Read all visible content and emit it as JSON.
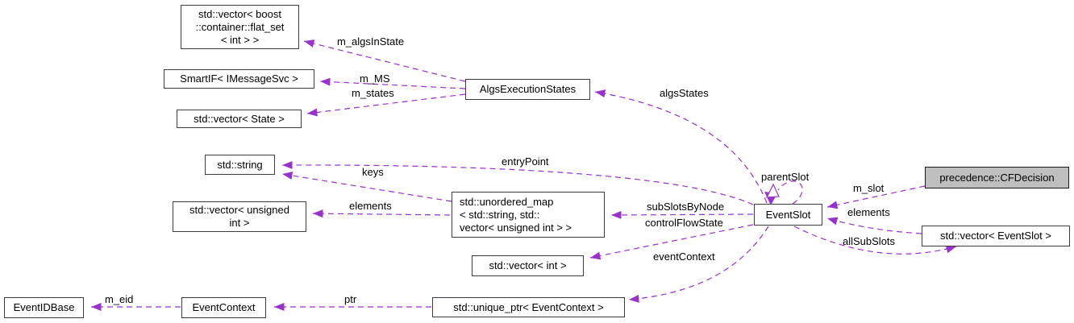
{
  "diagram": {
    "type": "class-collaboration-graph",
    "accent_color": "#9932cc",
    "node_border_color": "#3d3d3d",
    "highlight_fill": "#bfbfbf",
    "background": "#ffffff"
  },
  "nodes": {
    "flat_set": {
      "lines": [
        "std::vector< boost",
        "::container::flat_set",
        "< int > >"
      ]
    },
    "smartif": {
      "label": "SmartIF< IMessageSvc >"
    },
    "vec_state": {
      "label": "std::vector< State >"
    },
    "algs_execution_states": {
      "label": "AlgsExecutionStates"
    },
    "std_string": {
      "label": "std::string"
    },
    "vec_unsigned": {
      "lines": [
        "std::vector< unsigned",
        "int >"
      ]
    },
    "unordered_map": {
      "lines": [
        "std::unordered_map",
        "< std::string, std::",
        "vector< unsigned int > >"
      ]
    },
    "event_slot": {
      "label": "EventSlot"
    },
    "cf_decision": {
      "label": "precedence::CFDecision"
    },
    "vec_event_slot": {
      "label": "std::vector< EventSlot >"
    },
    "vec_int": {
      "label": "std::vector< int >"
    },
    "unique_ptr": {
      "label": "std::unique_ptr< EventContext >"
    },
    "event_context": {
      "label": "EventContext"
    },
    "event_id_base": {
      "label": "EventIDBase"
    }
  },
  "edge_labels": {
    "m_algsInState": "m_algsInState",
    "m_MS": "m_MS",
    "m_states": "m_states",
    "algsStates": "algsStates",
    "parentSlot": "parentSlot",
    "m_slot": "m_slot",
    "elements_slot": "elements",
    "allSubSlots": "allSubSlots",
    "subSlotsByNode": "subSlotsByNode",
    "controlFlowState": "controlFlowState",
    "entryPoint": "entryPoint",
    "keys": "keys",
    "elements_map": "elements",
    "eventContext": "eventContext",
    "ptr": "ptr",
    "m_eid": "m_eid"
  }
}
